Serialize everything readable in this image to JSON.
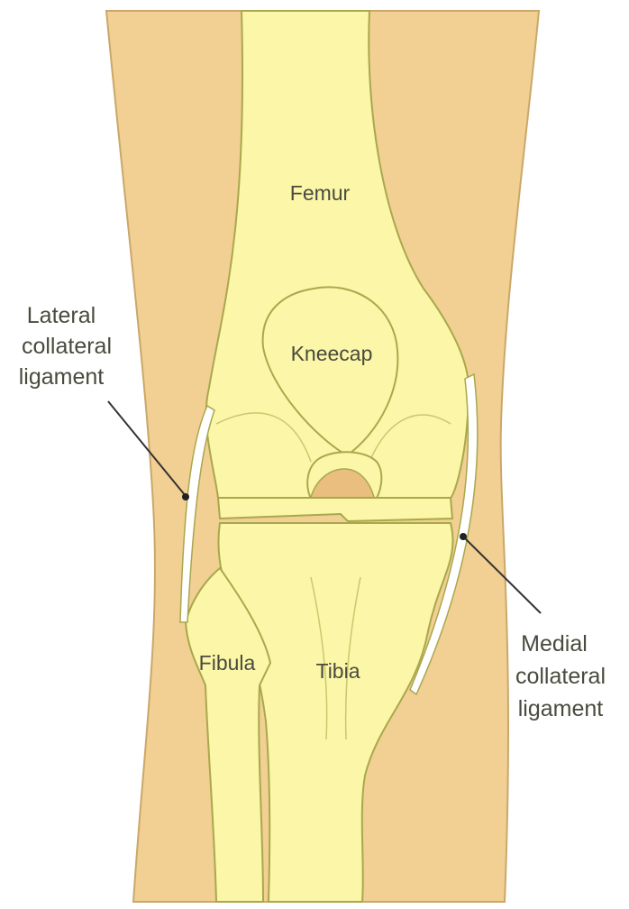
{
  "labels": {
    "femur": "Femur",
    "kneecap": "Kneecap",
    "fibula": "Fibula",
    "tibia": "Tibia",
    "lateral_collateral_ligament": [
      "Lateral",
      "collateral",
      "ligament"
    ],
    "medial_collateral_ligament": [
      "Medial",
      "collateral",
      "ligament"
    ]
  },
  "colors": {
    "skin": "#F2CF92",
    "skin_outline": "#C9A86A",
    "bone": "#FBF6A8",
    "bone_outline": "#A9A84C",
    "ligament": "#FFFFFF",
    "cartilage": "#E9BE7E",
    "pointer": "#333333",
    "text": "#4A4A3E"
  }
}
